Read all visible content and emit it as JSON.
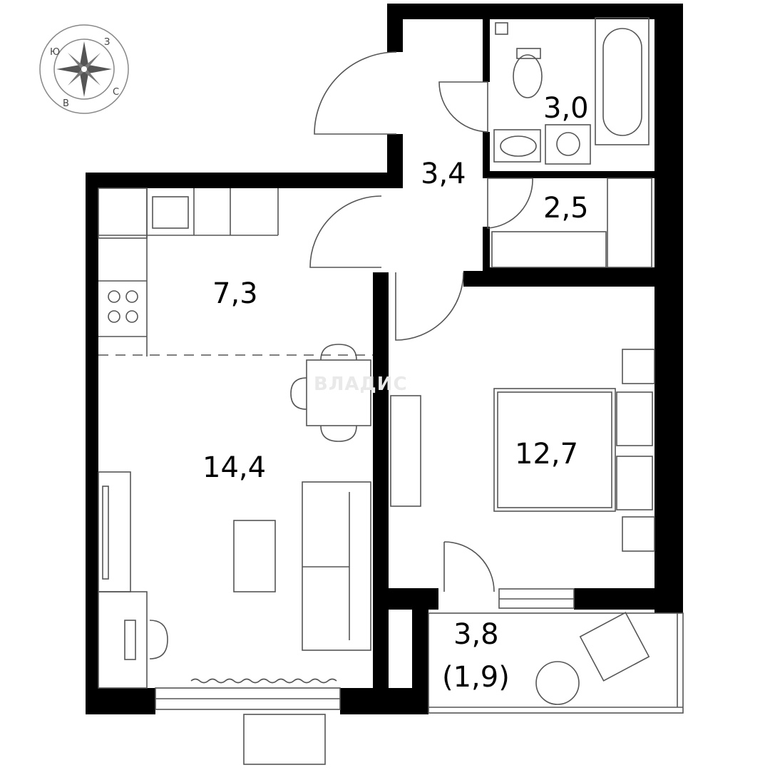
{
  "plan": {
    "rooms": [
      {
        "id": "bathroom",
        "area": "3,0"
      },
      {
        "id": "hallway",
        "area": "3,4"
      },
      {
        "id": "storage",
        "area": "2,5"
      },
      {
        "id": "kitchen",
        "area": "7,3"
      },
      {
        "id": "living",
        "area": "14,4"
      },
      {
        "id": "bedroom",
        "area": "12,7"
      },
      {
        "id": "balcony",
        "area": "3,8",
        "reduced_area": "(1,9)"
      }
    ],
    "watermark": "ВЛАДИС",
    "compass": {
      "north": "С",
      "south": "Ю",
      "east": "В",
      "west": "З"
    },
    "colors": {
      "wall": "#000000",
      "line": "#555555",
      "light": "#bbbbbb"
    }
  }
}
